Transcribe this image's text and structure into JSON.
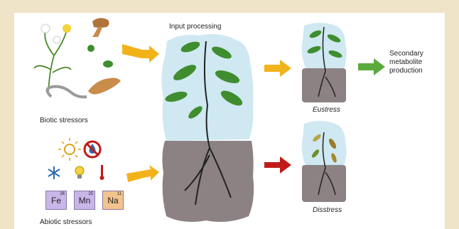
{
  "labels": {
    "input_processing": "Input processing",
    "biotic_stressors": "Biotic stressors",
    "abiotic_stressors": "Abiotic stressors",
    "eustress": "Eustress",
    "disstress": "Disstress",
    "secondary_metabolite": "Secondary metabolite production"
  },
  "elements": [
    {
      "symbol": "Fe",
      "number": "26",
      "color": "#c8b6e8"
    },
    {
      "symbol": "Mn",
      "number": "25",
      "color": "#c8b6e8"
    },
    {
      "symbol": "Na",
      "number": "11",
      "color": "#f4c28c"
    }
  ],
  "colors": {
    "frame": "#efe3c8",
    "sky": "#cfe8f2",
    "soil": "#8c8284",
    "arrow_input": "#f2b21a",
    "arrow_eustress_out": "#5aaa3c",
    "arrow_disstress": "#c01a1a",
    "leaf": "#3f8d2f"
  },
  "icons": [
    "dandelion-icon",
    "mushroom-icon",
    "insect-icon",
    "worm-icon",
    "larva-icon",
    "sun-icon",
    "no-water-icon",
    "snowflake-icon",
    "bulb-icon",
    "thermometer-icon"
  ]
}
